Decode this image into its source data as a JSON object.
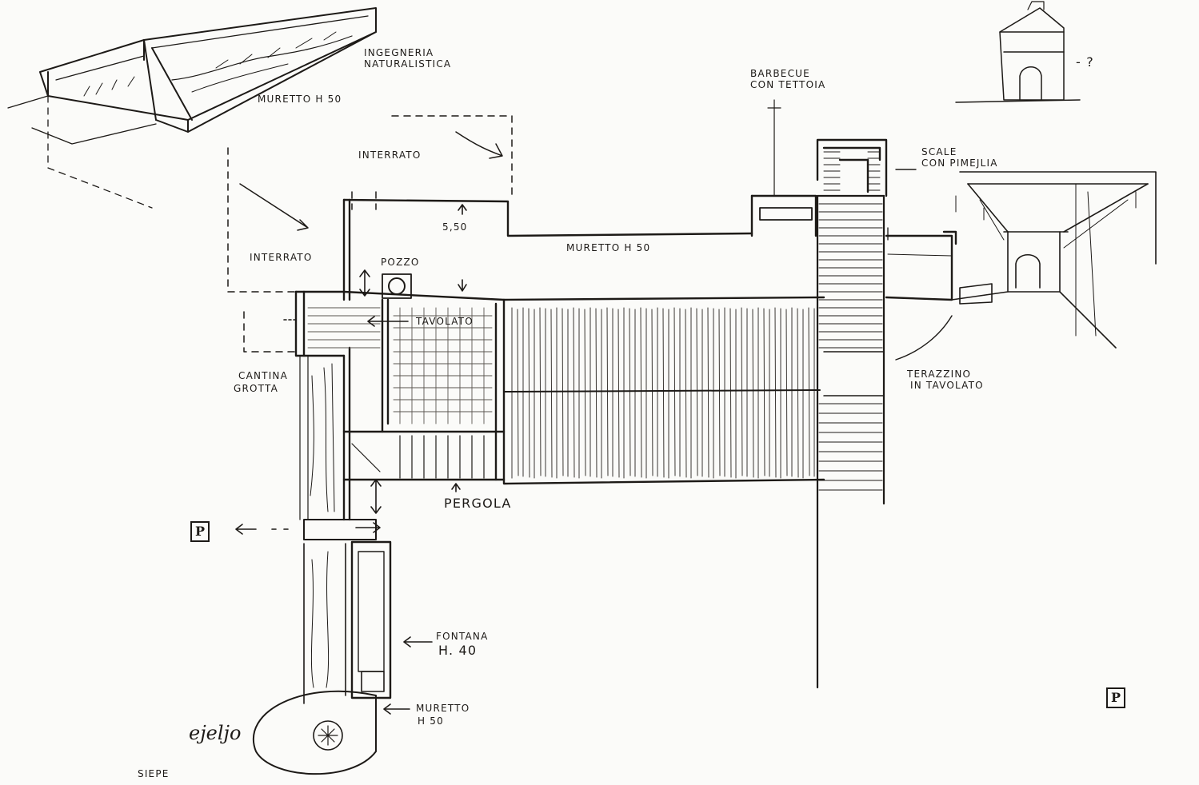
{
  "sketch": {
    "labels": {
      "ingegneria_1": "INGEGNERIA",
      "ingegneria_2": "NATURALISTICA",
      "muretto_top": "MURETTO H 50",
      "interrato_top": "INTERRATO",
      "quota": "5,50",
      "interrato_left": "INTERRATO",
      "pozzo": "POZZO",
      "tavolato": "TAVOLATO",
      "muretto_mid": "MURETTO H 50",
      "barbecue_1": "BARBECUE",
      "barbecue_2": "CON TETTOIA",
      "scale_1": "SCALE",
      "scale_2": "CON PIMEJLIA",
      "question": "- ?",
      "cantina_1": "CANTINA",
      "cantina_2": "GROTTA",
      "terrazzino_1": "TERAZZINO",
      "terrazzino_2": "IN TAVOLATO",
      "pergola": "PERGOLA",
      "fontana_1": "FONTANA",
      "fontana_2": "H. 40",
      "muretto_bottom_1": "MURETTO",
      "muretto_bottom_2": "H 50",
      "signature": "ejeljo",
      "siepe": "SIEPE"
    },
    "parking_symbols": [
      "P",
      "P"
    ],
    "ink_color": "#1d1a17",
    "paper_color": "#fbfbf9"
  }
}
